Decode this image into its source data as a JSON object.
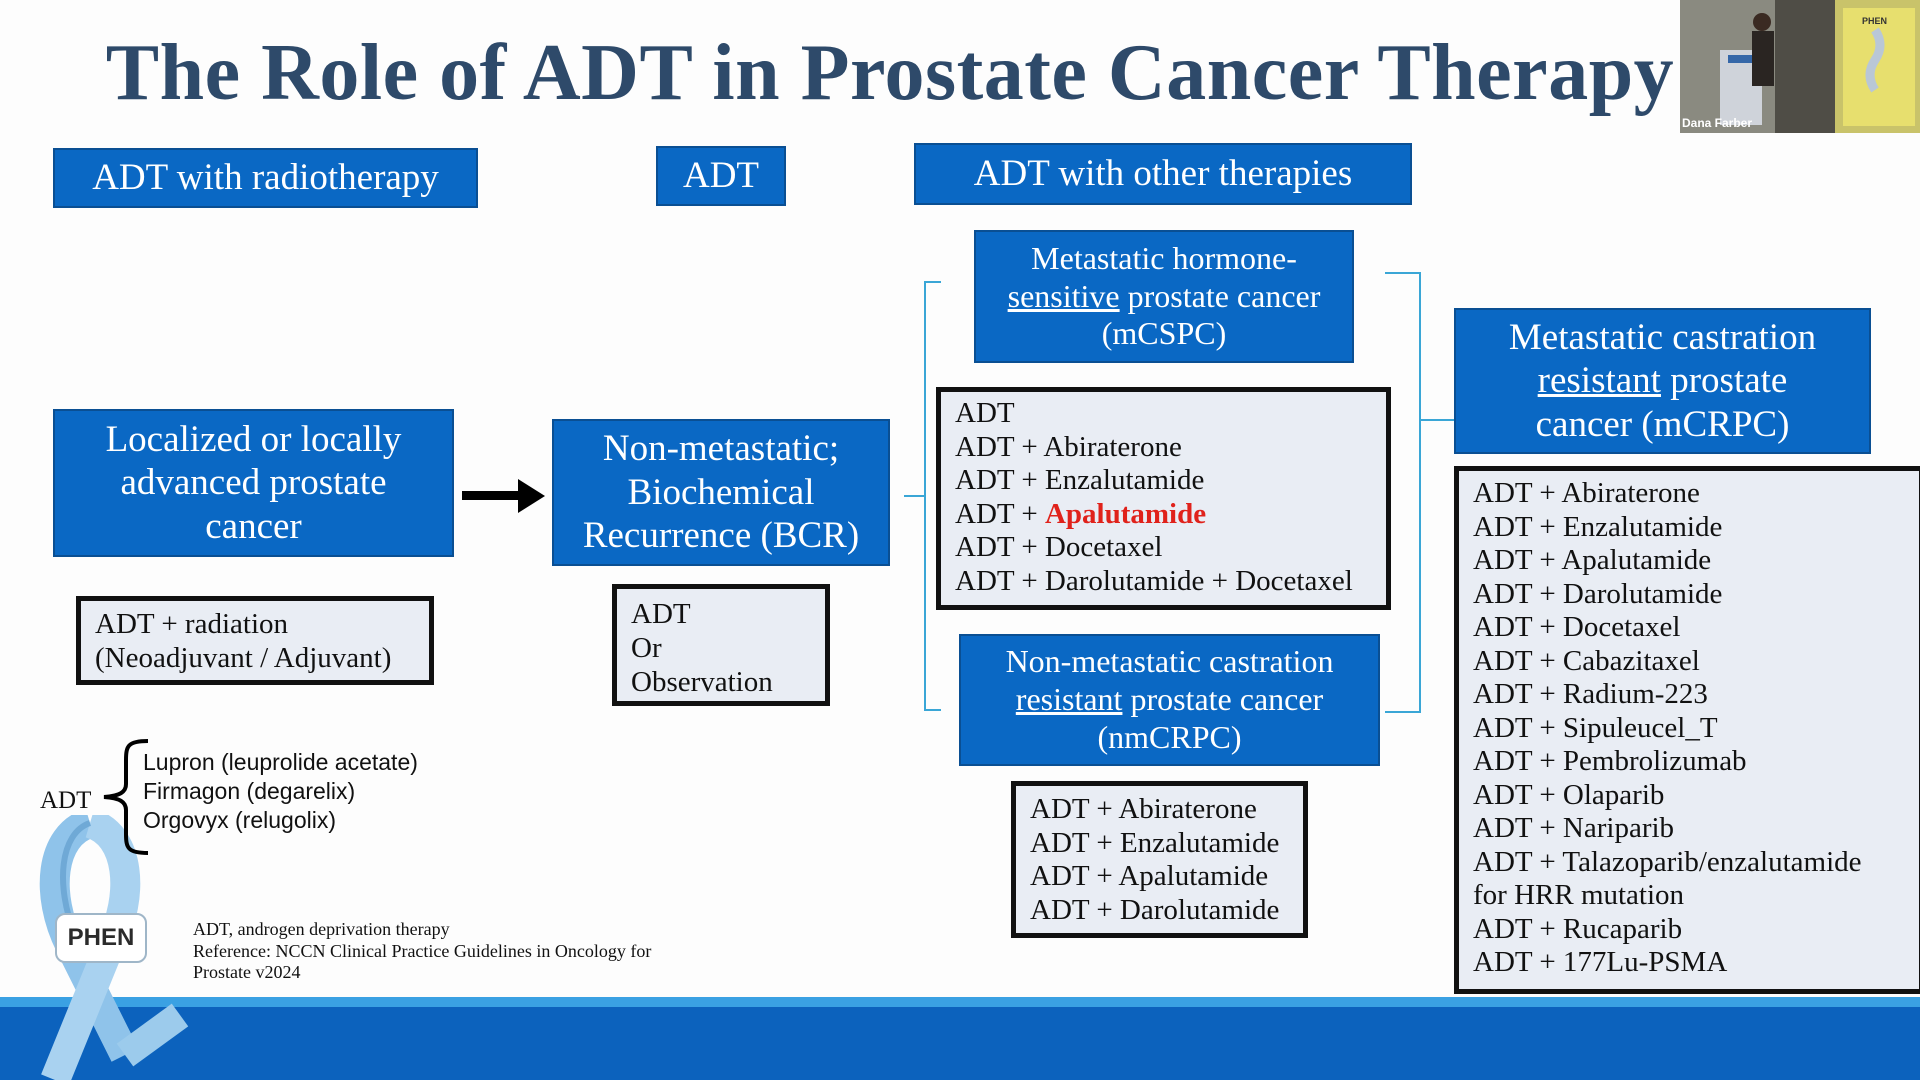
{
  "title": "The Role of ADT in Prostate Cancer Therapy",
  "headers": {
    "radiotherapy": "ADT with radiotherapy",
    "adt": "ADT",
    "other": "ADT with other therapies"
  },
  "stages": {
    "localized": "Localized or locally advanced prostate cancer",
    "bcr": "Non-metastatic; Biochemical Recurrence (BCR)",
    "mcspc": {
      "pre": "Metastatic hormone-",
      "underline": "sensitive",
      "post": "prostate cancer (mCSPC)"
    },
    "nmcrpc": {
      "pre": "Non-metastatic castration",
      "underline": "resistant",
      "post": "prostate cancer (nmCRPC)"
    },
    "mcrpc": {
      "pre": "Metastatic castration",
      "underline": "resistant",
      "post": "prostate cancer (mCRPC)"
    }
  },
  "radiation_box": [
    "ADT  + radiation",
    "(Neoadjuvant / Adjuvant)"
  ],
  "bcr_box": [
    "ADT",
    "Or",
    "Observation"
  ],
  "mcspc_box": [
    "ADT",
    "ADT +  Abiraterone",
    "ADT + Enzalutamide",
    "ADT + ",
    "ADT + Docetaxel",
    "ADT + Darolutamide + Docetaxel"
  ],
  "mcspc_highlight": "Apalutamide",
  "nmcrpc_box": [
    "ADT +  Abiraterone",
    "ADT + Enzalutamide",
    "ADT + Apalutamide",
    "ADT + Darolutamide"
  ],
  "mcrpc_box": [
    "ADT + Abiraterone",
    "ADT + Enzalutamide",
    "ADT + Apalutamide",
    "ADT + Darolutamide",
    "ADT + Docetaxel",
    "ADT + Cabazitaxel",
    "ADT + Radium-223",
    "ADT + Sipuleucel_T",
    "ADT + Pembrolizumab",
    "ADT + Olaparib",
    "ADT + Nariparib",
    "ADT + Talazoparib/enzalutamide",
    "for HRR mutation",
    "ADT + Rucaparib",
    "ADT + 177Lu-PSMA"
  ],
  "adt_drugs": {
    "label": "ADT",
    "items": [
      "Lupron (leuprolide acetate)",
      "Firmagon (degarelix)",
      "Orgovyx (relugolix)"
    ]
  },
  "footnote": [
    "ADT, androgen deprivation  therapy",
    "Reference: NCCN Clinical Practice Guidelines in Oncology for",
    "Prostate v2024"
  ],
  "logo_text": "PHEN",
  "webcam": {
    "caption": "Dana Farber",
    "banner_text": "PHEN"
  },
  "colors": {
    "title": "#2e4a6a",
    "box_blue": "#0a68c4",
    "list_bg": "#e9edf4",
    "highlight_red": "#e0221b",
    "band_light": "#3aa1e3",
    "band_dark": "#0c62bd",
    "bracket": "#3aa6d6"
  }
}
